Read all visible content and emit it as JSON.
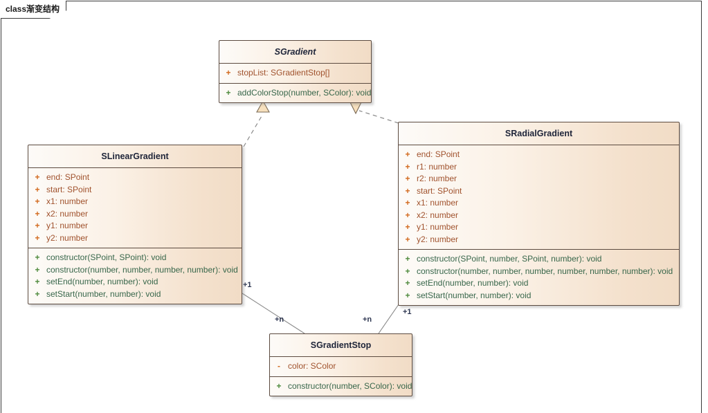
{
  "frame": {
    "tab_label": "class渐变结构"
  },
  "classes": [
    {
      "id": "sgradient",
      "name": "SGradient",
      "abstract": true,
      "attributes": [
        {
          "visibility": "+",
          "text": "stopList: SGradientStop[]"
        }
      ],
      "methods": [
        {
          "visibility": "+",
          "text": "addColorStop(number, SColor): void"
        }
      ]
    },
    {
      "id": "slineargradient",
      "name": "SLinearGradient",
      "abstract": false,
      "attributes": [
        {
          "visibility": "+",
          "text": "end: SPoint"
        },
        {
          "visibility": "+",
          "text": "start: SPoint"
        },
        {
          "visibility": "+",
          "text": "x1: number"
        },
        {
          "visibility": "+",
          "text": "x2: number"
        },
        {
          "visibility": "+",
          "text": "y1: number"
        },
        {
          "visibility": "+",
          "text": "y2: number"
        }
      ],
      "methods": [
        {
          "visibility": "+",
          "text": "constructor(SPoint, SPoint): void"
        },
        {
          "visibility": "+",
          "text": "constructor(number, number, number, number): void"
        },
        {
          "visibility": "+",
          "text": "setEnd(number, number): void"
        },
        {
          "visibility": "+",
          "text": "setStart(number, number): void"
        }
      ]
    },
    {
      "id": "sradialgradient",
      "name": "SRadialGradient",
      "abstract": false,
      "attributes": [
        {
          "visibility": "+",
          "text": "end: SPoint"
        },
        {
          "visibility": "+",
          "text": "r1: number"
        },
        {
          "visibility": "+",
          "text": "r2: number"
        },
        {
          "visibility": "+",
          "text": "start: SPoint"
        },
        {
          "visibility": "+",
          "text": "x1: number"
        },
        {
          "visibility": "+",
          "text": "x2: number"
        },
        {
          "visibility": "+",
          "text": "y1: number"
        },
        {
          "visibility": "+",
          "text": "y2: number"
        }
      ],
      "methods": [
        {
          "visibility": "+",
          "text": "constructor(SPoint, number, SPoint, number): void"
        },
        {
          "visibility": "+",
          "text": "constructor(number, number, number, number, number, number): void"
        },
        {
          "visibility": "+",
          "text": "setEnd(number, number): void"
        },
        {
          "visibility": "+",
          "text": "setStart(number, number): void"
        }
      ]
    },
    {
      "id": "sgradientstop",
      "name": "SGradientStop",
      "abstract": false,
      "attributes": [
        {
          "visibility": "-",
          "text": "color: SColor"
        }
      ],
      "methods": [
        {
          "visibility": "+",
          "text": "constructor(number, SColor): void"
        }
      ]
    }
  ],
  "relationships": [
    {
      "type": "realization",
      "from": "SLinearGradient",
      "to": "SGradient",
      "source_multiplicity": "",
      "target_multiplicity": ""
    },
    {
      "type": "realization",
      "from": "SRadialGradient",
      "to": "SGradient",
      "source_multiplicity": "",
      "target_multiplicity": ""
    },
    {
      "type": "association",
      "from": "SLinearGradient",
      "to": "SGradientStop",
      "source_multiplicity": "+1",
      "target_multiplicity": "+n"
    },
    {
      "type": "association",
      "from": "SRadialGradient",
      "to": "SGradientStop",
      "source_multiplicity": "+1",
      "target_multiplicity": "+n"
    }
  ],
  "multiplicity_labels": {
    "linear_one": "+1",
    "linear_many": "+n",
    "radial_one": "+1",
    "radial_many": "+n"
  },
  "colors": {
    "box_fill_light": "#fdfbf8",
    "box_fill_dark": "#f1dcc6",
    "box_border": "#5b4a3f",
    "title_text": "#20263a",
    "attribute_text": "#a0522d",
    "attribute_marker": "#d2691e",
    "method_text": "#37664a",
    "method_marker": "#4e8a3c",
    "connector": "#8a8a8a",
    "frame_border": "#3a3a3a",
    "multiplicity_text": "#2c3550"
  }
}
